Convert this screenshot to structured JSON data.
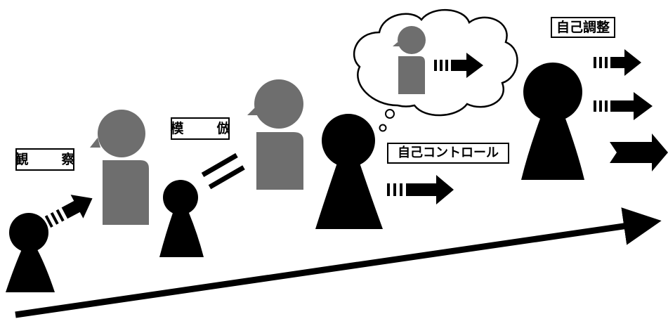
{
  "stages": [
    {
      "label": "観　察"
    },
    {
      "label": "模　倣"
    },
    {
      "label": "自己コントロール"
    },
    {
      "label": "自己調整"
    }
  ],
  "colors": {
    "self": "#000000",
    "model": "#6e6e6e",
    "thought_bubble_fill": "#ffffff",
    "background": "#ffffff"
  },
  "icons": [
    "person-icon",
    "arrow-right-icon",
    "equals-icon",
    "thought-bubble-icon",
    "trend-arrow-icon"
  ]
}
